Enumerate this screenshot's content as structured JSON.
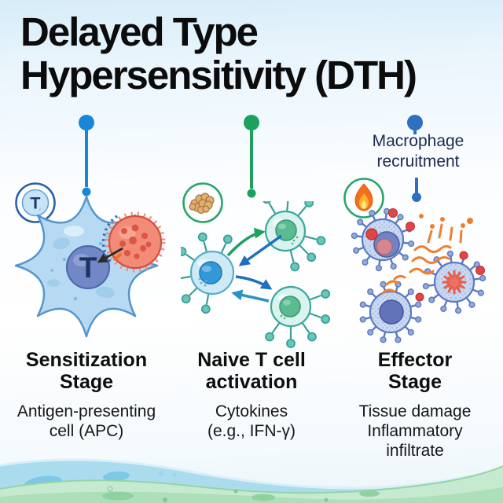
{
  "title": {
    "lines": [
      "Delayed Type",
      "Hypersensitivity (DTH)"
    ]
  },
  "timeline": {
    "dot_colors": [
      "#1a86d6",
      "#1ba05e",
      "#2f6fc1"
    ],
    "annotation_lines": [
      "Macrophage",
      "recruitment"
    ],
    "stages": [
      {
        "label_lines": [
          "Sensitization",
          "Stage"
        ],
        "description_lines": [
          "Antigen-presenting",
          "cell (APC)"
        ],
        "badge_icon": "t-cell-badge",
        "badge_letter": "T"
      },
      {
        "label_lines": [
          "Naive T cell",
          "activation"
        ],
        "description_lines": [
          "Cytokines",
          "(e.g., IFN-γ)"
        ],
        "badge_icon": "antigen-cluster-badge"
      },
      {
        "label_lines": [
          "Effector",
          "Stage"
        ],
        "description_lines": [
          "Tissue damage",
          "Inflammatory",
          "infiltrate"
        ],
        "badge_icon": "flame-badge"
      }
    ]
  },
  "illustration_labels": {
    "apc_nucleus_letter": "T"
  },
  "colors": {
    "timeline_blue": "#1a86d6",
    "timeline_green": "#1ba05e",
    "timeline_royal": "#2f6fc1",
    "antigen_red": "#f28b77",
    "inflammation_orange": "#ef7f2f",
    "apc_cell_blue": "#b7d9f1",
    "t_cell_teal": "#daf3ef",
    "macrophage_periwinkle": "#c9d9f1",
    "wave_blue": "#aadcee",
    "wave_green": "#bee7c6"
  }
}
